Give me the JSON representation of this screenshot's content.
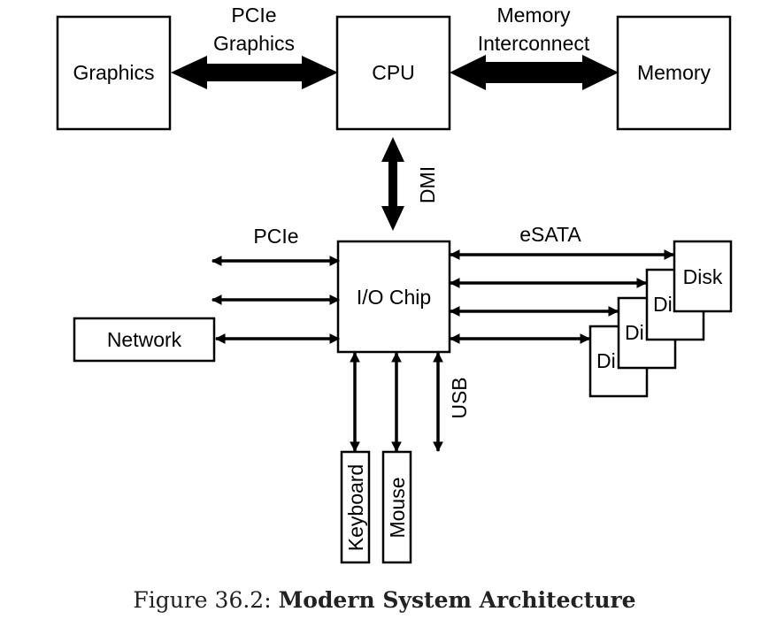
{
  "nodes": {
    "graphics": "Graphics",
    "cpu": "CPU",
    "memory": "Memory",
    "io_chip": "I/O Chip",
    "network": "Network",
    "keyboard": "Keyboard",
    "mouse": "Mouse",
    "disk_front": "Disk",
    "disk_partial": "Di"
  },
  "links": {
    "pcie_graphics_line1": "PCIe",
    "pcie_graphics_line2": "Graphics",
    "memory_interconnect_line1": "Memory",
    "memory_interconnect_line2": "Interconnect",
    "dmi": "DMI",
    "pcie": "PCIe",
    "esata": "eSATA",
    "usb": "USB"
  },
  "caption": {
    "prefix": "Figure 36.2: ",
    "title": "Modern System Architecture"
  }
}
